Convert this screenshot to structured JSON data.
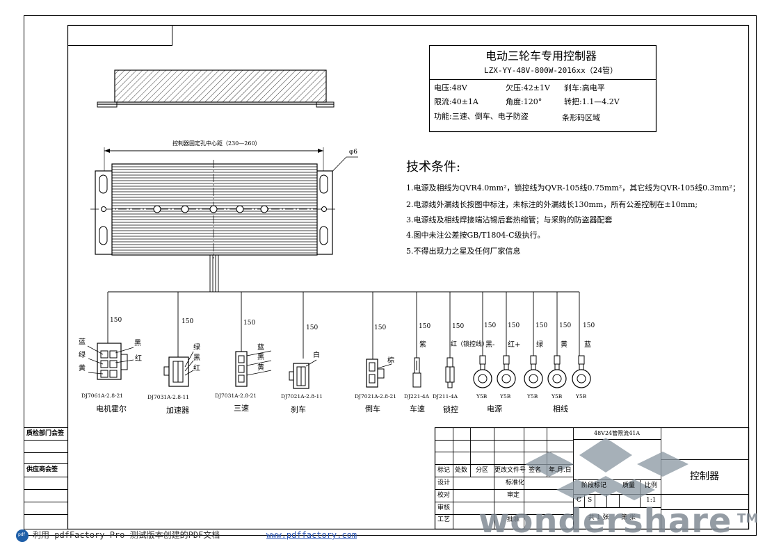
{
  "title_block": {
    "title": "电动三轮车专用控制器",
    "model": "LZX-YY-48V-800W-2016xx（24管）",
    "voltage": "电压:48V",
    "undervoltage": "欠压:42±1V",
    "brake": "刹车:高电平",
    "current_limit": "限流:40±1A",
    "angle": "角度:120°",
    "throttle": "转把:1.1—4.2V",
    "functions": "功能:三速、倒车、电子防盗",
    "barcode": "条形码区域"
  },
  "dimension": {
    "label": "控制器固定孔中心距（230—260）",
    "hole": "φ6"
  },
  "tech": {
    "heading": "技术条件:",
    "items": [
      "1.电源及相线为QVR4.0mm²，锁控线为QVR-105线0.75mm²，其它线为QVR-105线0.3mm²；",
      "2.电源线外漏线长按图中标注，未标注的外漏线长130mm，所有公差控制在±10mm;",
      "3.电源线及相线焊接端沾锡后套热缩管；与采购的防盗器配套",
      "4.图中未注公差按GB/T1804-C级执行。",
      "5.不得出现力之星及任何厂家信息"
    ]
  },
  "lengths": [
    "150",
    "150",
    "150",
    "150",
    "150",
    "150",
    "150",
    "150",
    "150",
    "150",
    "150",
    "150"
  ],
  "wire_colors": {
    "hall": [
      "蓝",
      "绿",
      "黄",
      "黑",
      "红"
    ],
    "throttle": [
      "绿",
      "黑",
      "红"
    ],
    "speed": [
      "蓝",
      "黑",
      "黄"
    ],
    "brake": [
      "白"
    ],
    "reverse": [
      "棕"
    ],
    "speed_wire": "紫",
    "lock_wire": "红（锁控线）",
    "power_neg": "黑-",
    "power_pos": "红+",
    "phase": [
      "绿",
      "黄",
      "蓝"
    ]
  },
  "parts": {
    "hall": "DJ7061A-2.8-21",
    "throttle": "DJ7031A-2.8-11",
    "speed": "DJ7031A-2.8-21",
    "brake": "DJ7021A-2.8-11",
    "reverse": "DJ7021A-2.8-21",
    "spd_term": "DJ221-4A",
    "lock_term": "DJ211-4A",
    "y5b": "Y5B"
  },
  "names": {
    "hall": "电机霍尔",
    "throttle": "加速器",
    "speed": "三速",
    "brake": "刹车",
    "reverse": "倒车",
    "spd": "车速",
    "lock": "锁控",
    "power": "电源",
    "phase": "相线"
  },
  "side": {
    "qc": "质检部门会签",
    "supplier": "供应商会签"
  },
  "bottom_block": {
    "desc": "48V24管限流41A",
    "mark": "标记",
    "count": "处数",
    "zone": "分区",
    "change_doc": "更改文件号",
    "sign": "签名",
    "date": "年.月.日",
    "design": "设计",
    "standard": "标准化",
    "check": "校对",
    "review": "审定",
    "audit": "审核",
    "process": "工艺",
    "approve": "批准",
    "stage_mark": "阶段标记",
    "weight": "质量",
    "scale": "比例",
    "c": "C",
    "s": "S",
    "scale_val": "1:1",
    "sheets_total": "共 1 张",
    "sheet_no": "第    张",
    "drawing_name": "控制器"
  },
  "watermark": {
    "brand": "wondershare",
    "tm": "TM"
  },
  "footer": {
    "icon_text": "pdf",
    "text": "利用 pdfFactory Pro 测试版本创建的PDF文档",
    "link": "www.pdffactory.com"
  }
}
